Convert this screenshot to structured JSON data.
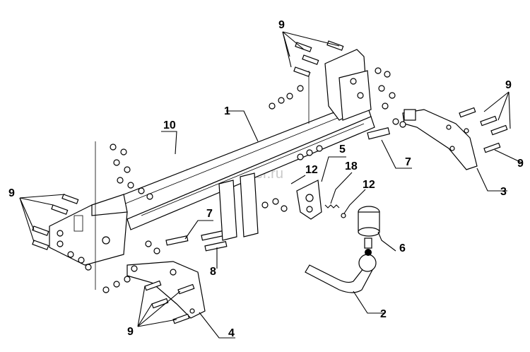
{
  "watermark": "tarkoptcenter.ru",
  "labels": {
    "l1": "1",
    "l2": "2",
    "l3": "3",
    "l4": "4",
    "l5": "5",
    "l6": "6",
    "l7a": "7",
    "l7b": "7",
    "l8": "8",
    "l9a": "9",
    "l9b": "9",
    "l9c": "9",
    "l9d": "9",
    "l9e": "9",
    "l10": "10",
    "l12a": "12",
    "l12b": "12",
    "l18": "18"
  }
}
